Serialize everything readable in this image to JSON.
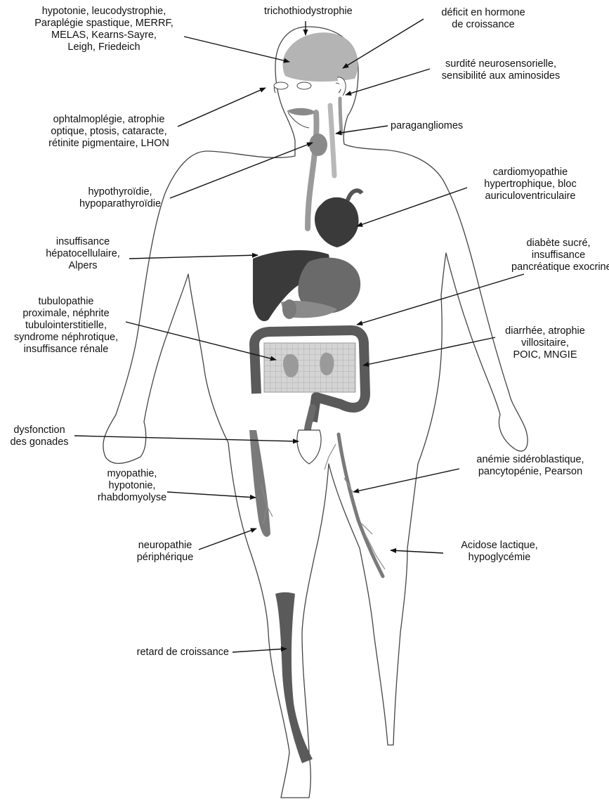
{
  "labels": [
    {
      "id": "trichothiodystrophie",
      "text": "trichothiodystrophie"
    },
    {
      "id": "hypotonie",
      "text": "hypotonie, leucodystrophie,\nParaplégie spastique, MERRF,\nMELAS, Kearns-Sayre,\nLeigh, Friedeich"
    },
    {
      "id": "hormone",
      "text": "déficit en hormone\nde croissance"
    },
    {
      "id": "surdite",
      "text": "surdité neurosensorielle,\nsensibilité aux aminosides"
    },
    {
      "id": "ophtalmo",
      "text": "ophtalmoplégie, atrophie\noptique, ptosis, cataracte,\nrétinite pigmentaire, LHON"
    },
    {
      "id": "paragangliomes",
      "text": "paragangliomes"
    },
    {
      "id": "hypothyroidie",
      "text": "hypothyroïdie,\nhypoparathyroïdie"
    },
    {
      "id": "cardio",
      "text": "cardiomyopathie\nhypertrophique, bloc\nauriculoventriculaire"
    },
    {
      "id": "hepato",
      "text": "insuffisance\nhépatocellulaire,\nAlpers"
    },
    {
      "id": "diabete",
      "text": "diabète sucré,\ninsuffisance\npancréatique exocrine"
    },
    {
      "id": "tubulo",
      "text": "tubulopathie\nproximale, néphrite\ntubulointerstitielle,\nsyndrome néphrotique,\ninsuffisance rénale"
    },
    {
      "id": "diarrhee",
      "text": "diarrhée, atrophie\nvillositaire,\nPOIC, MNGIE"
    },
    {
      "id": "gonades",
      "text": "dysfonction\ndes gonades"
    },
    {
      "id": "anemie",
      "text": "anémie sidéroblastique,\npancytopénie, Pearson"
    },
    {
      "id": "myopathie",
      "text": "myopathie,\nhypotonie,\nrhabdomyolyse"
    },
    {
      "id": "acidose",
      "text": "Acidose lactique,\nhypoglycémie"
    },
    {
      "id": "neuropathie",
      "text": "neuropathie\npériphérique"
    },
    {
      "id": "retard",
      "text": "retard de croissance"
    }
  ],
  "colors": {
    "outline": "#444444",
    "organ_dark": "#3a3a3a",
    "organ_mid": "#7a7a7a",
    "organ_light": "#a8a8a8",
    "brain": "#b4b4b4",
    "arrow": "#111111",
    "text": "#111111"
  }
}
